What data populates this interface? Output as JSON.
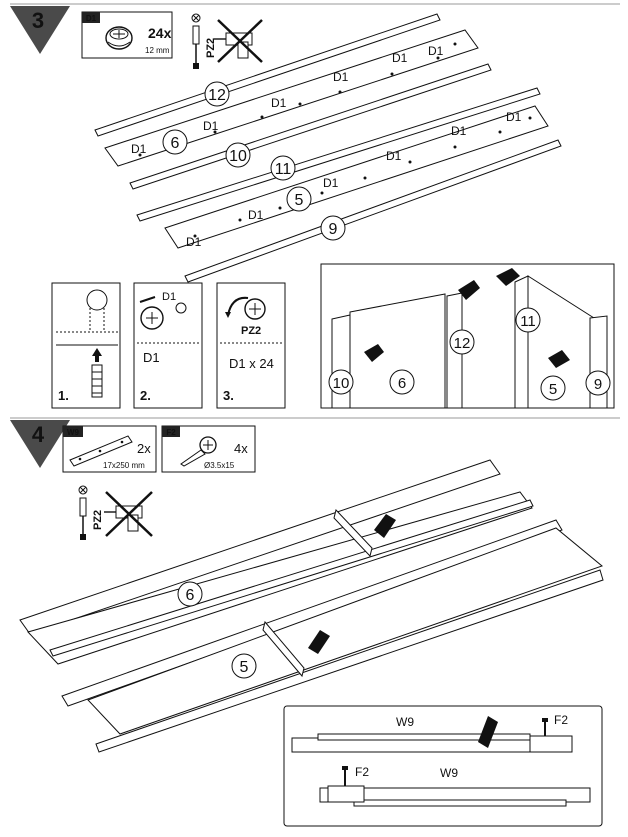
{
  "steps": [
    {
      "number": "3",
      "parts": [
        {
          "code": "D1",
          "qty": "24x",
          "size": "12 mm"
        }
      ],
      "tool": {
        "label": "PZ2"
      },
      "panel_labels": [
        "12",
        "6",
        "10",
        "11",
        "5",
        "9"
      ],
      "fitting_labels": [
        "D1",
        "D1",
        "D1",
        "D1",
        "D1",
        "D1",
        "D1",
        "D1",
        "D1",
        "D1",
        "D1",
        "D1"
      ],
      "substeps": [
        {
          "index": "1."
        },
        {
          "index": "2.",
          "caption": "D1",
          "tag": "D1"
        },
        {
          "index": "3.",
          "caption": "D1 x 24",
          "tool": "PZ2"
        }
      ],
      "detail_labels": [
        "10",
        "6",
        "12",
        "11",
        "5",
        "9"
      ]
    },
    {
      "number": "4",
      "parts": [
        {
          "code": "W9",
          "qty": "2x",
          "size": "17x250 mm"
        },
        {
          "code": "F2",
          "qty": "4x",
          "size": "Ø3.5x15"
        }
      ],
      "tool": {
        "label": "PZ2"
      },
      "panel_labels": [
        "6",
        "5"
      ],
      "detail": {
        "top_label": "W9",
        "top_screw": "F2",
        "bottom_label": "W9",
        "bottom_screw": "F2"
      }
    }
  ],
  "colors": {
    "ink": "#111111",
    "badge": "#4a4a4a",
    "paper": "#ffffff"
  }
}
